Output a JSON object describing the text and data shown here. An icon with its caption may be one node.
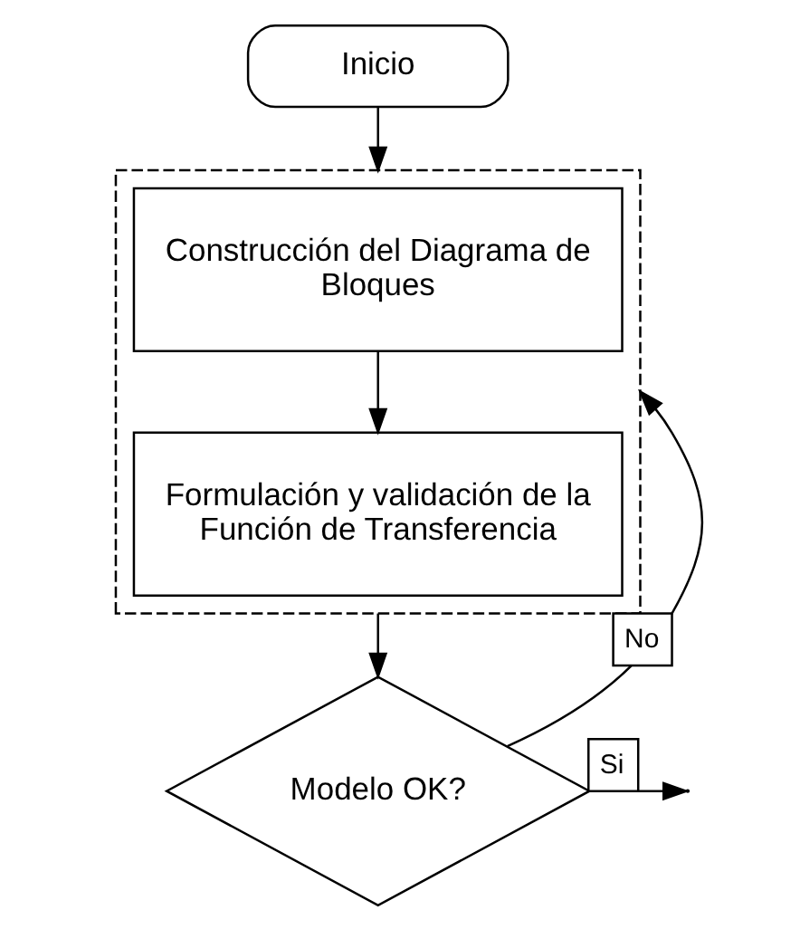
{
  "diagram": {
    "nodes": [
      {
        "text": [
          "Inicio"
        ]
      },
      {
        "text": [],
        "shape": "box"
      },
      {
        "text": [
          "Construcción del Diagrama de Bloques"
        ],
        "in": 1
      },
      {
        "text": [
          "Formulación y validación de la Función de Transferencia"
        ],
        "in": 1
      },
      {
        "text": [
          "Modelo OK?"
        ]
      }
    ],
    "edges": [
      {
        "from": 0,
        "to": 1,
        "arrow": "to"
      },
      {
        "from": 2,
        "to": 3,
        "arrow": "to"
      },
      {
        "from": 1,
        "to": 4,
        "arrow": "to"
      },
      {
        "from": 4,
        "to": 1,
        "arrow": "to",
        "label": "No"
      },
      {
        "from": 4,
        "to": null,
        "arrow": "to",
        "label": "Si"
      }
    ]
  }
}
